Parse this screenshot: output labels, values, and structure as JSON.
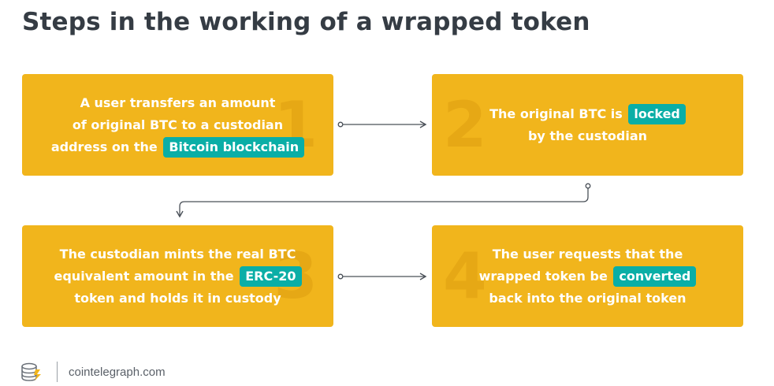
{
  "title": "Steps in the working of a wrapped token",
  "steps": [
    {
      "number": "1",
      "lines": [
        "A user transfers an amount",
        "of original BTC to a custodian",
        "address on the"
      ],
      "highlight": "Bitcoin blockchain"
    },
    {
      "number": "2",
      "lines": [
        "The original BTC is",
        "by the custodian"
      ],
      "highlight": "locked"
    },
    {
      "number": "3",
      "lines": [
        "The custodian mints the real BTC",
        "equivalent amount in the",
        "token and holds it in custody"
      ],
      "highlight": "ERC-20"
    },
    {
      "number": "4",
      "lines": [
        "The user requests that the",
        "wrapped token be",
        "back into the original token"
      ],
      "highlight": "converted"
    }
  ],
  "footer": {
    "site": "cointelegraph.com",
    "logo_icon": "cointelegraph-logo-icon"
  },
  "colors": {
    "box": "#f1b51c",
    "highlight": "#0aaea6",
    "title": "#353c44",
    "arrow": "#4a5058"
  }
}
